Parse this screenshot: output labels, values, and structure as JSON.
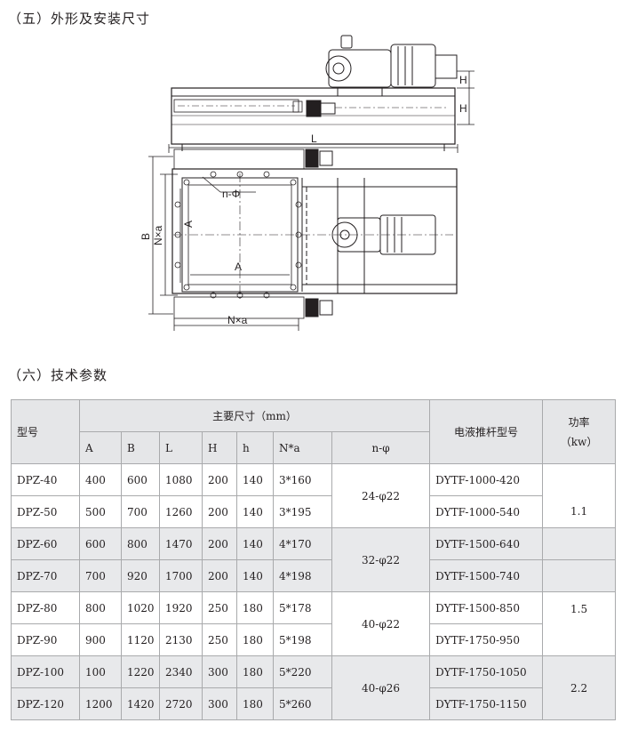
{
  "section5": {
    "title": "（五）外形及安装尺寸"
  },
  "section6": {
    "title": "（六）技术参数"
  },
  "drawing": {
    "labels": {
      "H_upper": "H",
      "H_lower": "H",
      "L": "L",
      "n_phi": "n-Φ",
      "B": "B",
      "N_a_vertical": "N×a",
      "A_vertical": "A",
      "A_horizontal": "A",
      "N_a_horizontal": "N×a"
    }
  },
  "table": {
    "header": {
      "model": "型号",
      "main_dims": "主要尺寸（mm）",
      "actuator": "电液推杆型号",
      "power": "功率\n（kw）",
      "cols": [
        "A",
        "B",
        "L",
        "H",
        "h",
        "N*a",
        "n-φ"
      ]
    },
    "rows": [
      {
        "model": "DPZ-40",
        "A": "400",
        "B": "600",
        "L": "1080",
        "H": "200",
        "h": "140",
        "Na": "3*160",
        "actuator": "DYTF-1000-420"
      },
      {
        "model": "DPZ-50",
        "A": "500",
        "B": "700",
        "L": "1260",
        "H": "200",
        "h": "140",
        "Na": "3*195",
        "actuator": "DYTF-1000-540"
      },
      {
        "model": "DPZ-60",
        "A": "600",
        "B": "800",
        "L": "1470",
        "H": "200",
        "h": "140",
        "Na": "4*170",
        "actuator": "DYTF-1500-640"
      },
      {
        "model": "DPZ-70",
        "A": "700",
        "B": "920",
        "L": "1700",
        "H": "200",
        "h": "140",
        "Na": "4*198",
        "actuator": "DYTF-1500-740"
      },
      {
        "model": "DPZ-80",
        "A": "800",
        "B": "1020",
        "L": "1920",
        "H": "250",
        "h": "180",
        "Na": "5*178",
        "actuator": "DYTF-1500-850"
      },
      {
        "model": "DPZ-90",
        "A": "900",
        "B": "1120",
        "L": "2130",
        "H": "250",
        "h": "180",
        "Na": "5*198",
        "actuator": "DYTF-1750-950"
      },
      {
        "model": "DPZ-100",
        "A": "100",
        "B": "1220",
        "L": "2340",
        "H": "300",
        "h": "180",
        "Na": "5*220",
        "actuator": "DYTF-1750-1050"
      },
      {
        "model": "DPZ-120",
        "A": "1200",
        "B": "1420",
        "L": "2720",
        "H": "300",
        "h": "180",
        "Na": "5*260",
        "actuator": "DYTF-1750-1150"
      }
    ],
    "n_phi_groups": [
      "24-φ22",
      "32-φ22",
      "40-φ22",
      "40-φ26"
    ],
    "power_values": [
      "1.1",
      "1.5",
      "2.2"
    ],
    "colors": {
      "header_bg": "#e5e6e8",
      "band_bg": "#e8e9eb",
      "border": "#a9aaac"
    }
  }
}
